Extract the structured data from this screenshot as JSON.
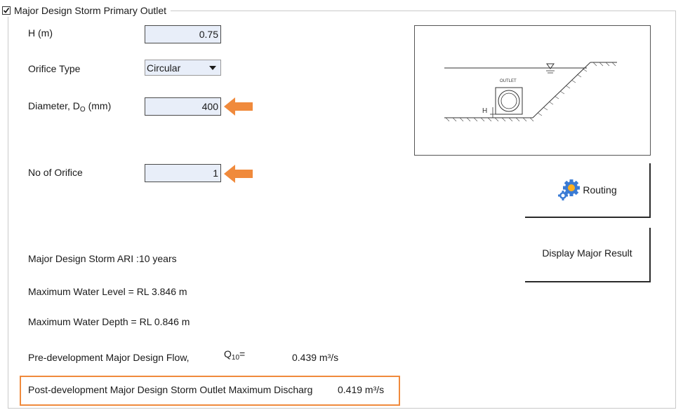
{
  "group": {
    "title": "Major Design Storm Primary Outlet",
    "enabled": true
  },
  "fields": {
    "h": {
      "label": "H (m)",
      "value": "0.75"
    },
    "orifice_type": {
      "label": "Orifice Type",
      "value": "Circular"
    },
    "diameter": {
      "label_main": "Diameter, D",
      "label_sub": "O",
      "label_unit": " (mm)",
      "value": "400"
    },
    "no_orifice": {
      "label": "No of Orifice",
      "value": "1"
    }
  },
  "diagram": {
    "outlet_label": "OUTLET",
    "h_label": "H"
  },
  "buttons": {
    "routing": "Routing",
    "display_major": "Display Major Result"
  },
  "results": {
    "ari": "Major Design Storm ARI :10 years",
    "max_water_level": "Maximum Water Level =  RL 3.846 m",
    "max_water_depth": "Maximum Water Depth =  RL 0.846 m",
    "pre_dev_label": "Pre-development Major Design Flow,",
    "q_symbol": "Q",
    "q_sub": "10",
    "q_eq": "=",
    "pre_dev_value": "0.439 m³/s",
    "post_dev_label": "Post-development Major Design Storm Outlet Maximum Discharg",
    "post_dev_value": "0.419 m³/s"
  },
  "colors": {
    "arrow": "#f08a3c",
    "highlight_border": "#f08a3c",
    "textbox_bg": "#e8eef9"
  }
}
